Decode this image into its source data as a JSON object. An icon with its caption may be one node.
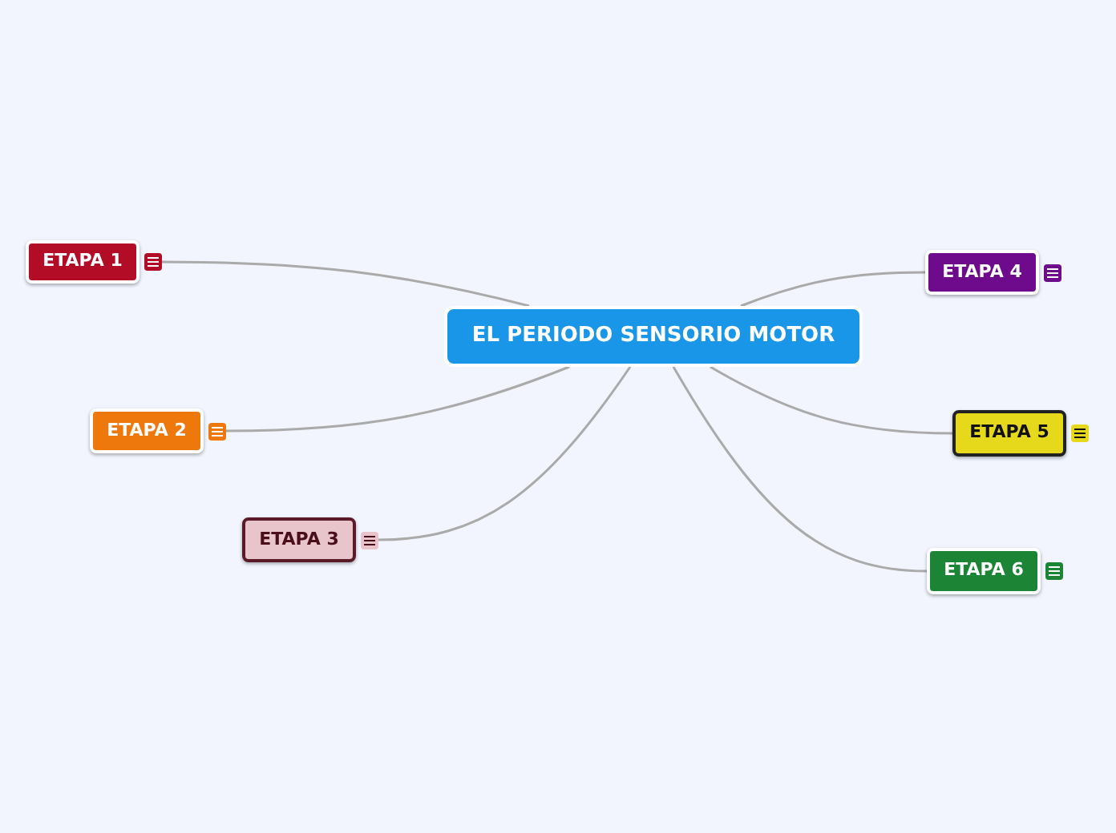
{
  "diagram": {
    "nodes": [
      {
        "text": [
          "EL PERIODO SENSORIO MOTOR"
        ]
      },
      {
        "text": [
          "ETAPA 1"
        ]
      },
      {
        "text": [
          "ETAPA 2"
        ]
      },
      {
        "text": [
          "ETAPA 3"
        ]
      },
      {
        "text": [
          "ETAPA 4"
        ]
      },
      {
        "text": [
          "ETAPA 5"
        ]
      },
      {
        "text": [
          "ETAPA 6"
        ]
      }
    ],
    "edges": [
      {
        "from": 0,
        "to": 1,
        "arrow": "none"
      },
      {
        "from": 0,
        "to": 2,
        "arrow": "none"
      },
      {
        "from": 0,
        "to": 3,
        "arrow": "none"
      },
      {
        "from": 0,
        "to": 4,
        "arrow": "none"
      },
      {
        "from": 0,
        "to": 5,
        "arrow": "none"
      },
      {
        "from": 0,
        "to": 6,
        "arrow": "none"
      }
    ]
  }
}
